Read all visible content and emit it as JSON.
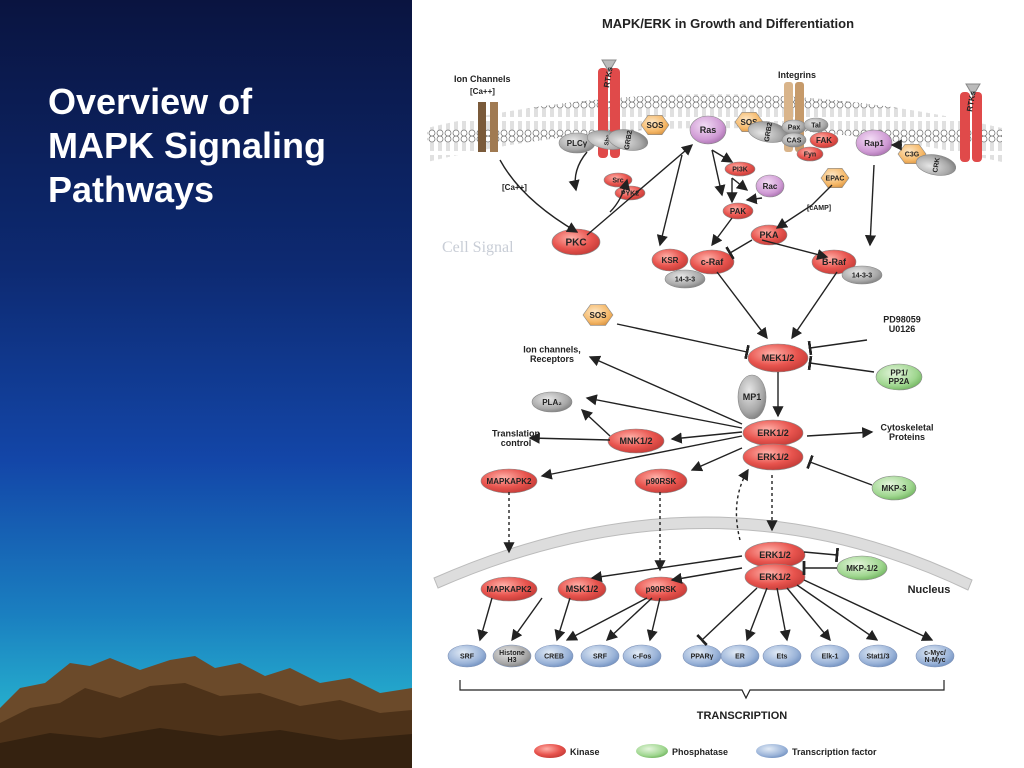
{
  "slide": {
    "title_lines": [
      "Overview of",
      "MAPK Signaling",
      "Pathways"
    ]
  },
  "diagram": {
    "title": "MAPK/ERK in Growth and Differentiation",
    "watermark": "Cell Signal",
    "membrane": {
      "ion_channels": "Ion Channels",
      "ca_in": "[Ca++]",
      "ca_out": "[Ca++]",
      "rtks_left": "RTKs",
      "rtks_right": "RTKs",
      "integrins": "Integrins",
      "camp": "[cAMP]"
    },
    "nodes": {
      "plcg": "PLCγ",
      "shc": "Shc",
      "grb2_left": "GRB2",
      "sos_top1": "SOS",
      "ras": "Ras",
      "sos_top2": "SOS",
      "grb2_right": "GRB2",
      "pax": "Pax",
      "tal": "Tal",
      "cas": "CAS",
      "fak": "FAK",
      "fyn": "Fyn",
      "rap1": "Rap1",
      "c3g": "C3G",
      "crk": "CRK",
      "src": "Src",
      "pyk2": "PYK2",
      "pi3k": "PI3K",
      "rac": "Rac",
      "epac": "EPAC",
      "pkc": "PKC",
      "pak": "PAK",
      "pka": "PKA",
      "ksr": "KSR",
      "craf": "c-Raf",
      "b1433_left": "14-3-3",
      "braf": "B-Raf",
      "b1433_right": "14-3-3",
      "sos_mid": "SOS",
      "inhibitors": "PD98059\nU0126",
      "mek": "MEK1/2",
      "mp1": "MP1",
      "pp1": "PP1/\nPP2A",
      "ion_receptors": "Ion channels,\nReceptors",
      "pla2": "PLA₂",
      "translation": "Translation\ncontrol",
      "mnk": "MNK1/2",
      "erk_a": "ERK1/2",
      "erk_b": "ERK1/2",
      "cyto": "Cytoskeletal\nProteins",
      "mapkapk2_top": "MAPKAPK2",
      "p90rsk_top": "p90RSK",
      "mkp3": "MKP-3",
      "erk_c": "ERK1/2",
      "erk_d": "ERK1/2",
      "mkp12": "MKP-1/2",
      "nucleus": "Nucleus",
      "mapkapk2_bot": "MAPKAPK2",
      "msk": "MSK1/2",
      "p90rsk_bot": "p90RSK"
    },
    "transcription_factors": [
      "SRF",
      "Histone\nH3",
      "CREB",
      "SRF",
      "c-Fos",
      "PPARγ",
      "ER",
      "Ets",
      "Elk-1",
      "Stat1/3",
      "c-Myc/\nN-Myc"
    ],
    "transcription_label": "TRANSCRIPTION",
    "legend": [
      {
        "label": "Kinase",
        "color": "#e8544e"
      },
      {
        "label": "Phosphatase",
        "color": "#7ac36b"
      },
      {
        "label": "Transcription factor",
        "color": "#7b9bc8"
      }
    ],
    "colors": {
      "kinase": "#e8544e",
      "phosphatase": "#7ac36b",
      "tf": "#7b9bc8",
      "adaptor_gray": "#9a9a9a",
      "gef_orange": "#f5b15e",
      "small_gtpase": "#c98fcf",
      "receptor_red": "#e04a4a"
    }
  }
}
